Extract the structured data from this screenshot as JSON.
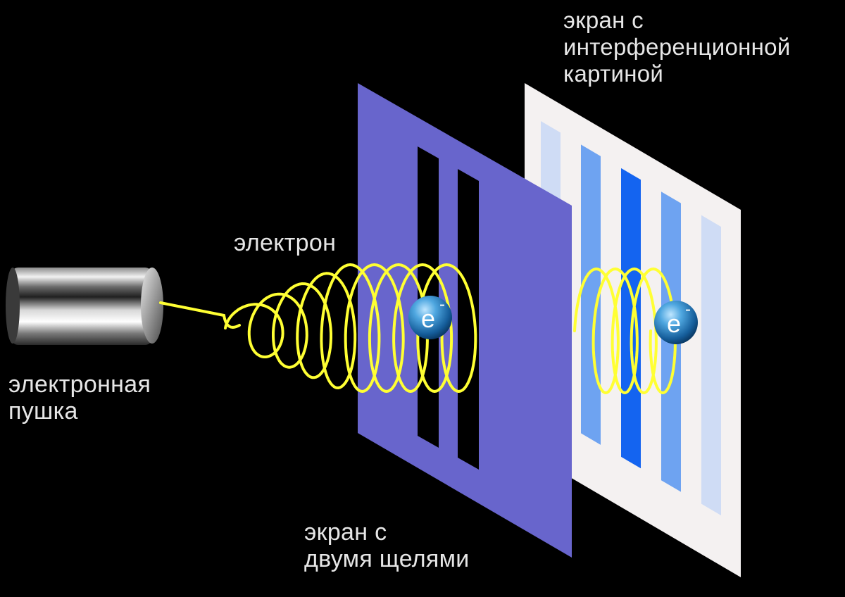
{
  "labels": {
    "interference_screen": [
      "экран с",
      "интерференционной",
      "картиной"
    ],
    "electron": "электрон",
    "electron_gun": [
      "электронная",
      "пушка"
    ],
    "double_slit_screen": [
      "экран с",
      "двумя щелями"
    ]
  },
  "particle_symbol": "e",
  "particle_charge": "-",
  "colors": {
    "background": "#000000",
    "wave": "#ffff33",
    "slit_screen": "#6865cc",
    "interference_screen": "#f4f1f1",
    "fringe_light": "#cfdcf5",
    "fringe_medium": "#6ea3f1",
    "fringe_dark": "#1464f0",
    "electron_ball": "#3a8fcf"
  }
}
